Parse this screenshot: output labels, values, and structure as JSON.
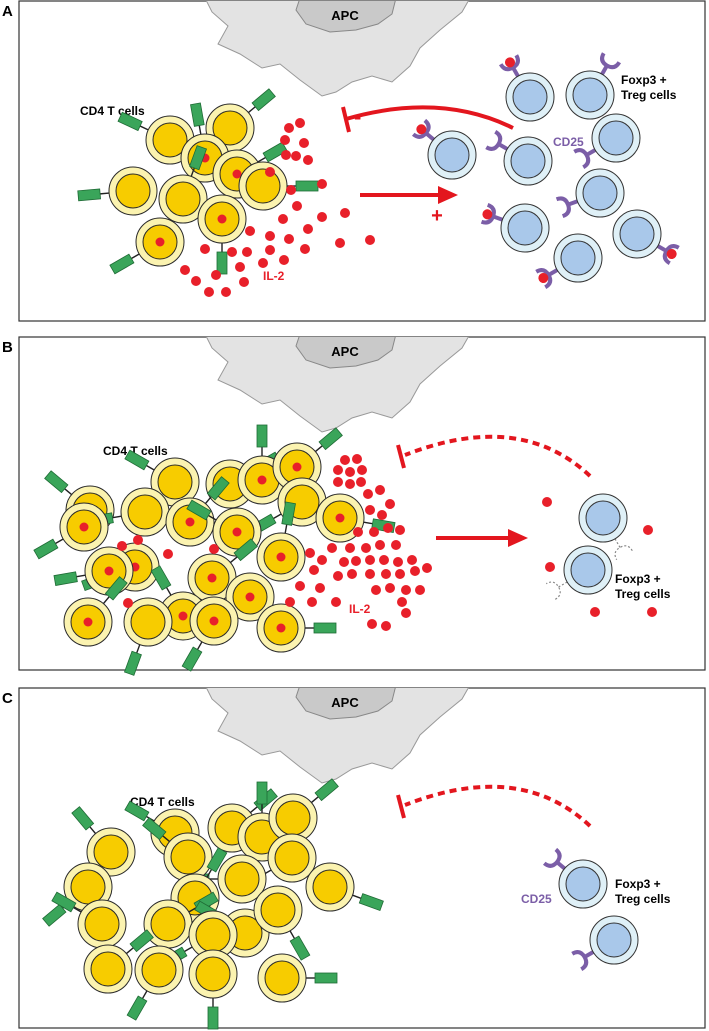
{
  "colors": {
    "t_cell_outer": "#fbf3b0",
    "t_cell_inner": "#f7cc00",
    "t_cell_stroke": "#2a2a2a",
    "il2": "#e8202a",
    "receptor_green": "#3aa55a",
    "treg_outer": "#dff0f7",
    "treg_inner": "#a9c8ea",
    "cd25": "#7b5ea7",
    "arrow": "#e3161e",
    "apc_fill": "#e3e3e3",
    "apc_stroke": "#999999"
  },
  "panels": [
    {
      "letter": "A",
      "apc_label": "APC",
      "cd4_label": "CD4 T cells",
      "il2_label": "IL-2",
      "treg_label_line1": "Foxp3 +",
      "treg_label_line2": "Treg cells",
      "cd25_label": "CD25",
      "minus_sign": "-",
      "plus_sign": "+"
    },
    {
      "letter": "B",
      "apc_label": "APC",
      "cd4_label": "CD4 T cells",
      "il2_label": "IL-2",
      "treg_label_line1": "Foxp3 +",
      "treg_label_line2": "Treg cells"
    },
    {
      "letter": "C",
      "apc_label": "APC",
      "cd4_label": "CD4 T cells",
      "treg_label_line1": "Foxp3 +",
      "treg_label_line2": "Treg cells",
      "cd25_label": "CD25"
    }
  ]
}
